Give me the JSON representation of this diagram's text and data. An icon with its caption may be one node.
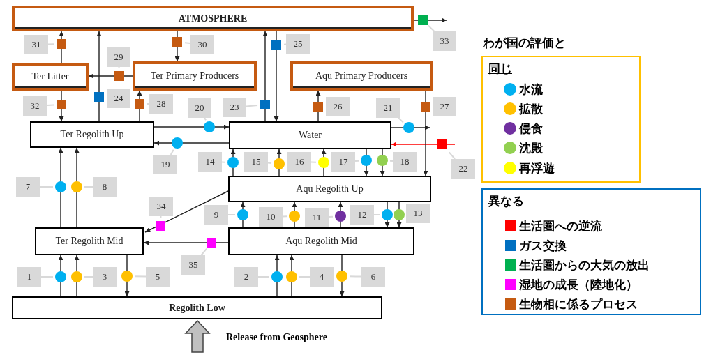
{
  "diagram": {
    "nodes": [
      {
        "text": [
          "ATMOSPHERE"
        ]
      },
      {
        "text": [
          "Ter Litter"
        ]
      },
      {
        "text": [
          "Ter Primary Producers"
        ]
      },
      {
        "text": [
          "Aqu Primary Producers"
        ]
      },
      {
        "text": [
          "Ter Regolith Up"
        ]
      },
      {
        "text": [
          "Water"
        ]
      },
      {
        "text": [
          "Aqu Regolith Up"
        ]
      },
      {
        "text": [
          "Ter Regolith Mid"
        ]
      },
      {
        "text": [
          "Aqu Regolith Mid"
        ]
      },
      {
        "text": [
          "Regolith Low"
        ]
      }
    ],
    "edges": [
      {
        "from": 9,
        "to": 7,
        "arrow": "to",
        "label": "1"
      },
      {
        "from": 9,
        "to": 8,
        "arrow": "to",
        "label": "2"
      },
      {
        "from": 9,
        "to": 7,
        "arrow": "to",
        "label": "3"
      },
      {
        "from": 9,
        "to": 8,
        "arrow": "to",
        "label": "4"
      },
      {
        "from": 7,
        "to": 9,
        "arrow": "to",
        "label": "5"
      },
      {
        "from": 8,
        "to": 9,
        "arrow": "to",
        "label": "6"
      },
      {
        "from": 7,
        "to": 4,
        "arrow": "to",
        "label": "7"
      },
      {
        "from": 7,
        "to": 4,
        "arrow": "to",
        "label": "8"
      },
      {
        "from": 8,
        "to": 6,
        "arrow": "to",
        "label": "9"
      },
      {
        "from": 8,
        "to": 6,
        "arrow": "to",
        "label": "10"
      },
      {
        "from": 8,
        "to": 6,
        "arrow": "to",
        "label": "11"
      },
      {
        "from": 6,
        "to": 8,
        "arrow": "to",
        "label": "12"
      },
      {
        "from": 6,
        "to": 8,
        "arrow": "to",
        "label": "13"
      },
      {
        "from": 6,
        "to": 5,
        "arrow": "to",
        "label": "14"
      },
      {
        "from": 6,
        "to": 5,
        "arrow": "to",
        "label": "15"
      },
      {
        "from": 6,
        "to": 5,
        "arrow": "to",
        "label": "16"
      },
      {
        "from": 5,
        "to": 6,
        "arrow": "to",
        "label": "17"
      },
      {
        "from": 5,
        "to": 6,
        "arrow": "to",
        "label": "18"
      },
      {
        "from": 5,
        "to": 4,
        "arrow": "to",
        "label": "19"
      },
      {
        "from": 4,
        "to": 5,
        "arrow": "to",
        "label": "20"
      },
      {
        "from": 5,
        "to": null,
        "arrow": "to",
        "label": "21"
      },
      {
        "from": null,
        "to": 5,
        "arrow": "to",
        "label": "22",
        "color": "#ff0000"
      },
      {
        "from": 5,
        "to": 0,
        "arrow": "to",
        "label": "23"
      },
      {
        "from": 4,
        "to": 0,
        "arrow": "to",
        "label": "24"
      },
      {
        "from": 0,
        "to": 5,
        "arrow": "to",
        "label": "25"
      },
      {
        "from": 5,
        "to": 3,
        "arrow": "to",
        "label": "26"
      },
      {
        "from": 3,
        "to": 6,
        "arrow": "to",
        "label": "27"
      },
      {
        "from": 4,
        "to": 2,
        "arrow": "to",
        "label": "28"
      },
      {
        "from": 2,
        "to": 1,
        "arrow": "to",
        "label": "29"
      },
      {
        "from": 0,
        "to": 2,
        "arrow": "to",
        "label": "30"
      },
      {
        "from": 1,
        "to": 0,
        "arrow": "to",
        "label": "31"
      },
      {
        "from": 1,
        "to": 4,
        "arrow": "to",
        "label": "32"
      },
      {
        "from": 0,
        "to": null,
        "arrow": "to",
        "label": "33"
      },
      {
        "from": 6,
        "to": 7,
        "arrow": "to",
        "label": "34"
      },
      {
        "from": 8,
        "to": 7,
        "arrow": "to",
        "label": "35"
      },
      {
        "from": null,
        "to": 9,
        "arrow": "to",
        "style": "thick",
        "color": "#c0c0c0"
      }
    ],
    "labels": [
      "わが国の評価と",
      "同じ",
      "異なる",
      "Release from Geosphere"
    ],
    "legend": [
      {
        "text": "水流",
        "color": "#00b0f0"
      },
      {
        "text": "拡散",
        "color": "#ffc000"
      },
      {
        "text": "侵食",
        "color": "#7030a0"
      },
      {
        "text": "沈殿",
        "color": "#92d050"
      },
      {
        "text": "再浮遊",
        "color": "#ffff00"
      },
      {
        "text": "生活圏への逆流",
        "color": "#ff0000"
      },
      {
        "text": "ガス交換",
        "color": "#0070c0"
      },
      {
        "text": "生活圏からの大気の放出",
        "color": "#00b050"
      },
      {
        "text": "湿地の成長（陸地化）",
        "color": "#ff00ff"
      },
      {
        "text": "生物相に係るプロセス",
        "color": "#c55a11"
      }
    ]
  }
}
